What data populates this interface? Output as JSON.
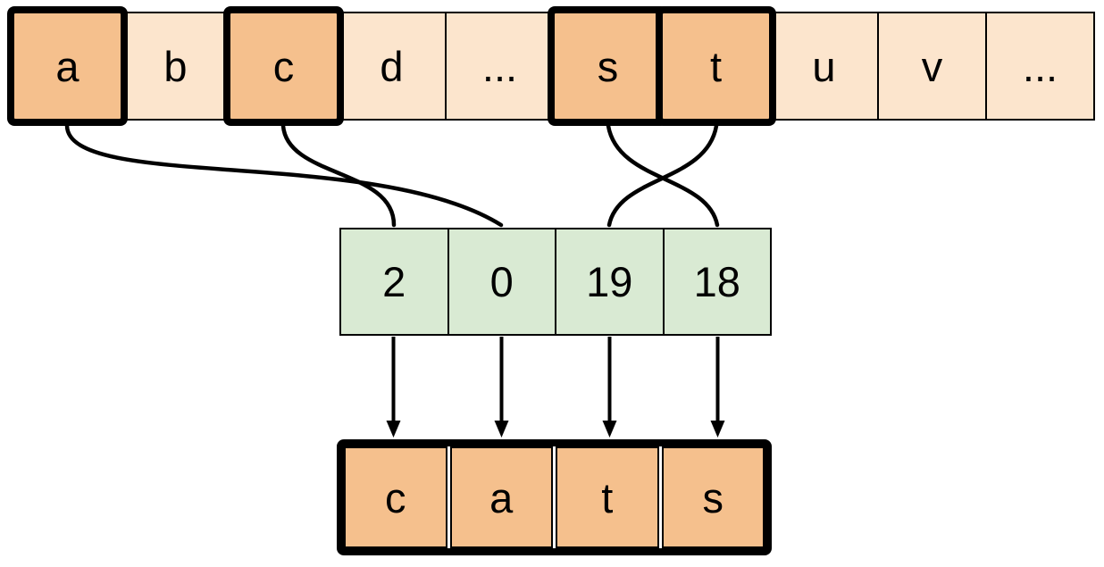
{
  "figure": {
    "description": "Array indexing diagram: selected letters of the alphabet array, their numeric indices, and the resulting word",
    "alphabet_row": {
      "cells": [
        {
          "label": "a",
          "highlighted": true
        },
        {
          "label": "b",
          "highlighted": false
        },
        {
          "label": "c",
          "highlighted": true
        },
        {
          "label": "d",
          "highlighted": false
        },
        {
          "label": "...",
          "highlighted": false
        },
        {
          "label": "s",
          "highlighted": true
        },
        {
          "label": "t",
          "highlighted": true
        },
        {
          "label": "u",
          "highlighted": false
        },
        {
          "label": "v",
          "highlighted": false
        },
        {
          "label": "...",
          "highlighted": false
        }
      ]
    },
    "index_row": {
      "cells": [
        {
          "label": "2"
        },
        {
          "label": "0"
        },
        {
          "label": "19"
        },
        {
          "label": "18"
        }
      ]
    },
    "output_row": {
      "cells": [
        {
          "label": "c"
        },
        {
          "label": "a"
        },
        {
          "label": "t"
        },
        {
          "label": "s"
        }
      ]
    },
    "connections": [
      {
        "from_letter": "c",
        "to_index": "2"
      },
      {
        "from_letter": "a",
        "to_index": "0"
      },
      {
        "from_letter": "t",
        "to_index": "19"
      },
      {
        "from_letter": "s",
        "to_index": "18"
      }
    ],
    "colors": {
      "cell_light": "#FCE5CD",
      "cell_highlight": "#F5C08D",
      "cell_index": "#D9EAD3",
      "line": "#000000",
      "background": "#FFFFFF"
    }
  }
}
